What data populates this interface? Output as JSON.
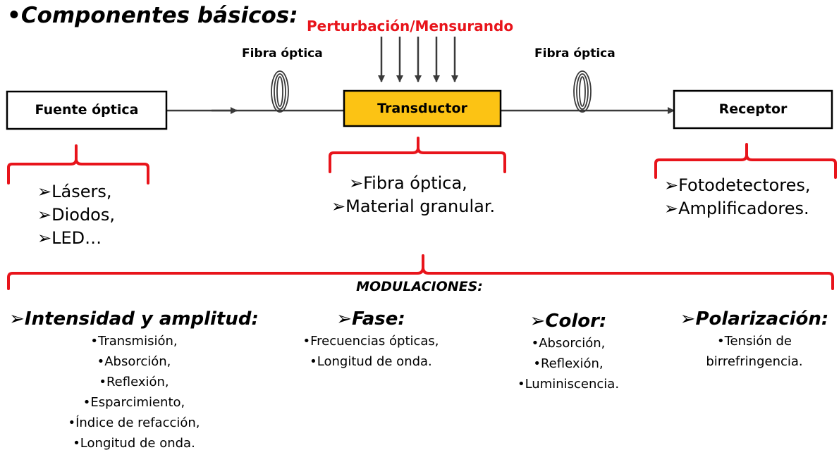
{
  "title": "•Componentes básicos:",
  "perturbation_label": "Perturbación/Mensurando",
  "fiber_label_left": "Fibra óptica",
  "fiber_label_right": "Fibra óptica",
  "blocks": {
    "source": "Fuente óptica",
    "transducer": "Transductor",
    "receiver": "Receptor"
  },
  "source_list": [
    "➢Lásers,",
    "➢Diodos,",
    "➢LED…"
  ],
  "transducer_list": [
    "➢Fibra óptica,",
    "➢Material granular."
  ],
  "receiver_list": [
    "➢Fotodetectores,",
    "➢Amplificadores."
  ],
  "modulations_title": "MODULACIONES:",
  "modulations": [
    {
      "name": "➢Intensidad y amplitud:",
      "items": [
        "•Transmisión,",
        "•Absorción,",
        "•Reflexión,",
        "•Esparcimiento,",
        "•Índice de refacción,",
        "•Longitud de onda."
      ]
    },
    {
      "name": "➢Fase:",
      "items": [
        "•Frecuencias ópticas,",
        "•Longitud de onda."
      ]
    },
    {
      "name": "➢Color:",
      "items": [
        "•Absorción,",
        "•Reflexión,",
        "•Luminiscencia."
      ]
    },
    {
      "name": "➢Polarización:",
      "items": [
        "•Tensión de",
        "birrefringencia."
      ]
    }
  ],
  "colors": {
    "transducer_fill": "#fcc314",
    "bracket": "#e8141b",
    "perturbation_text": "#e8141b",
    "line": "#3a3a3a"
  }
}
